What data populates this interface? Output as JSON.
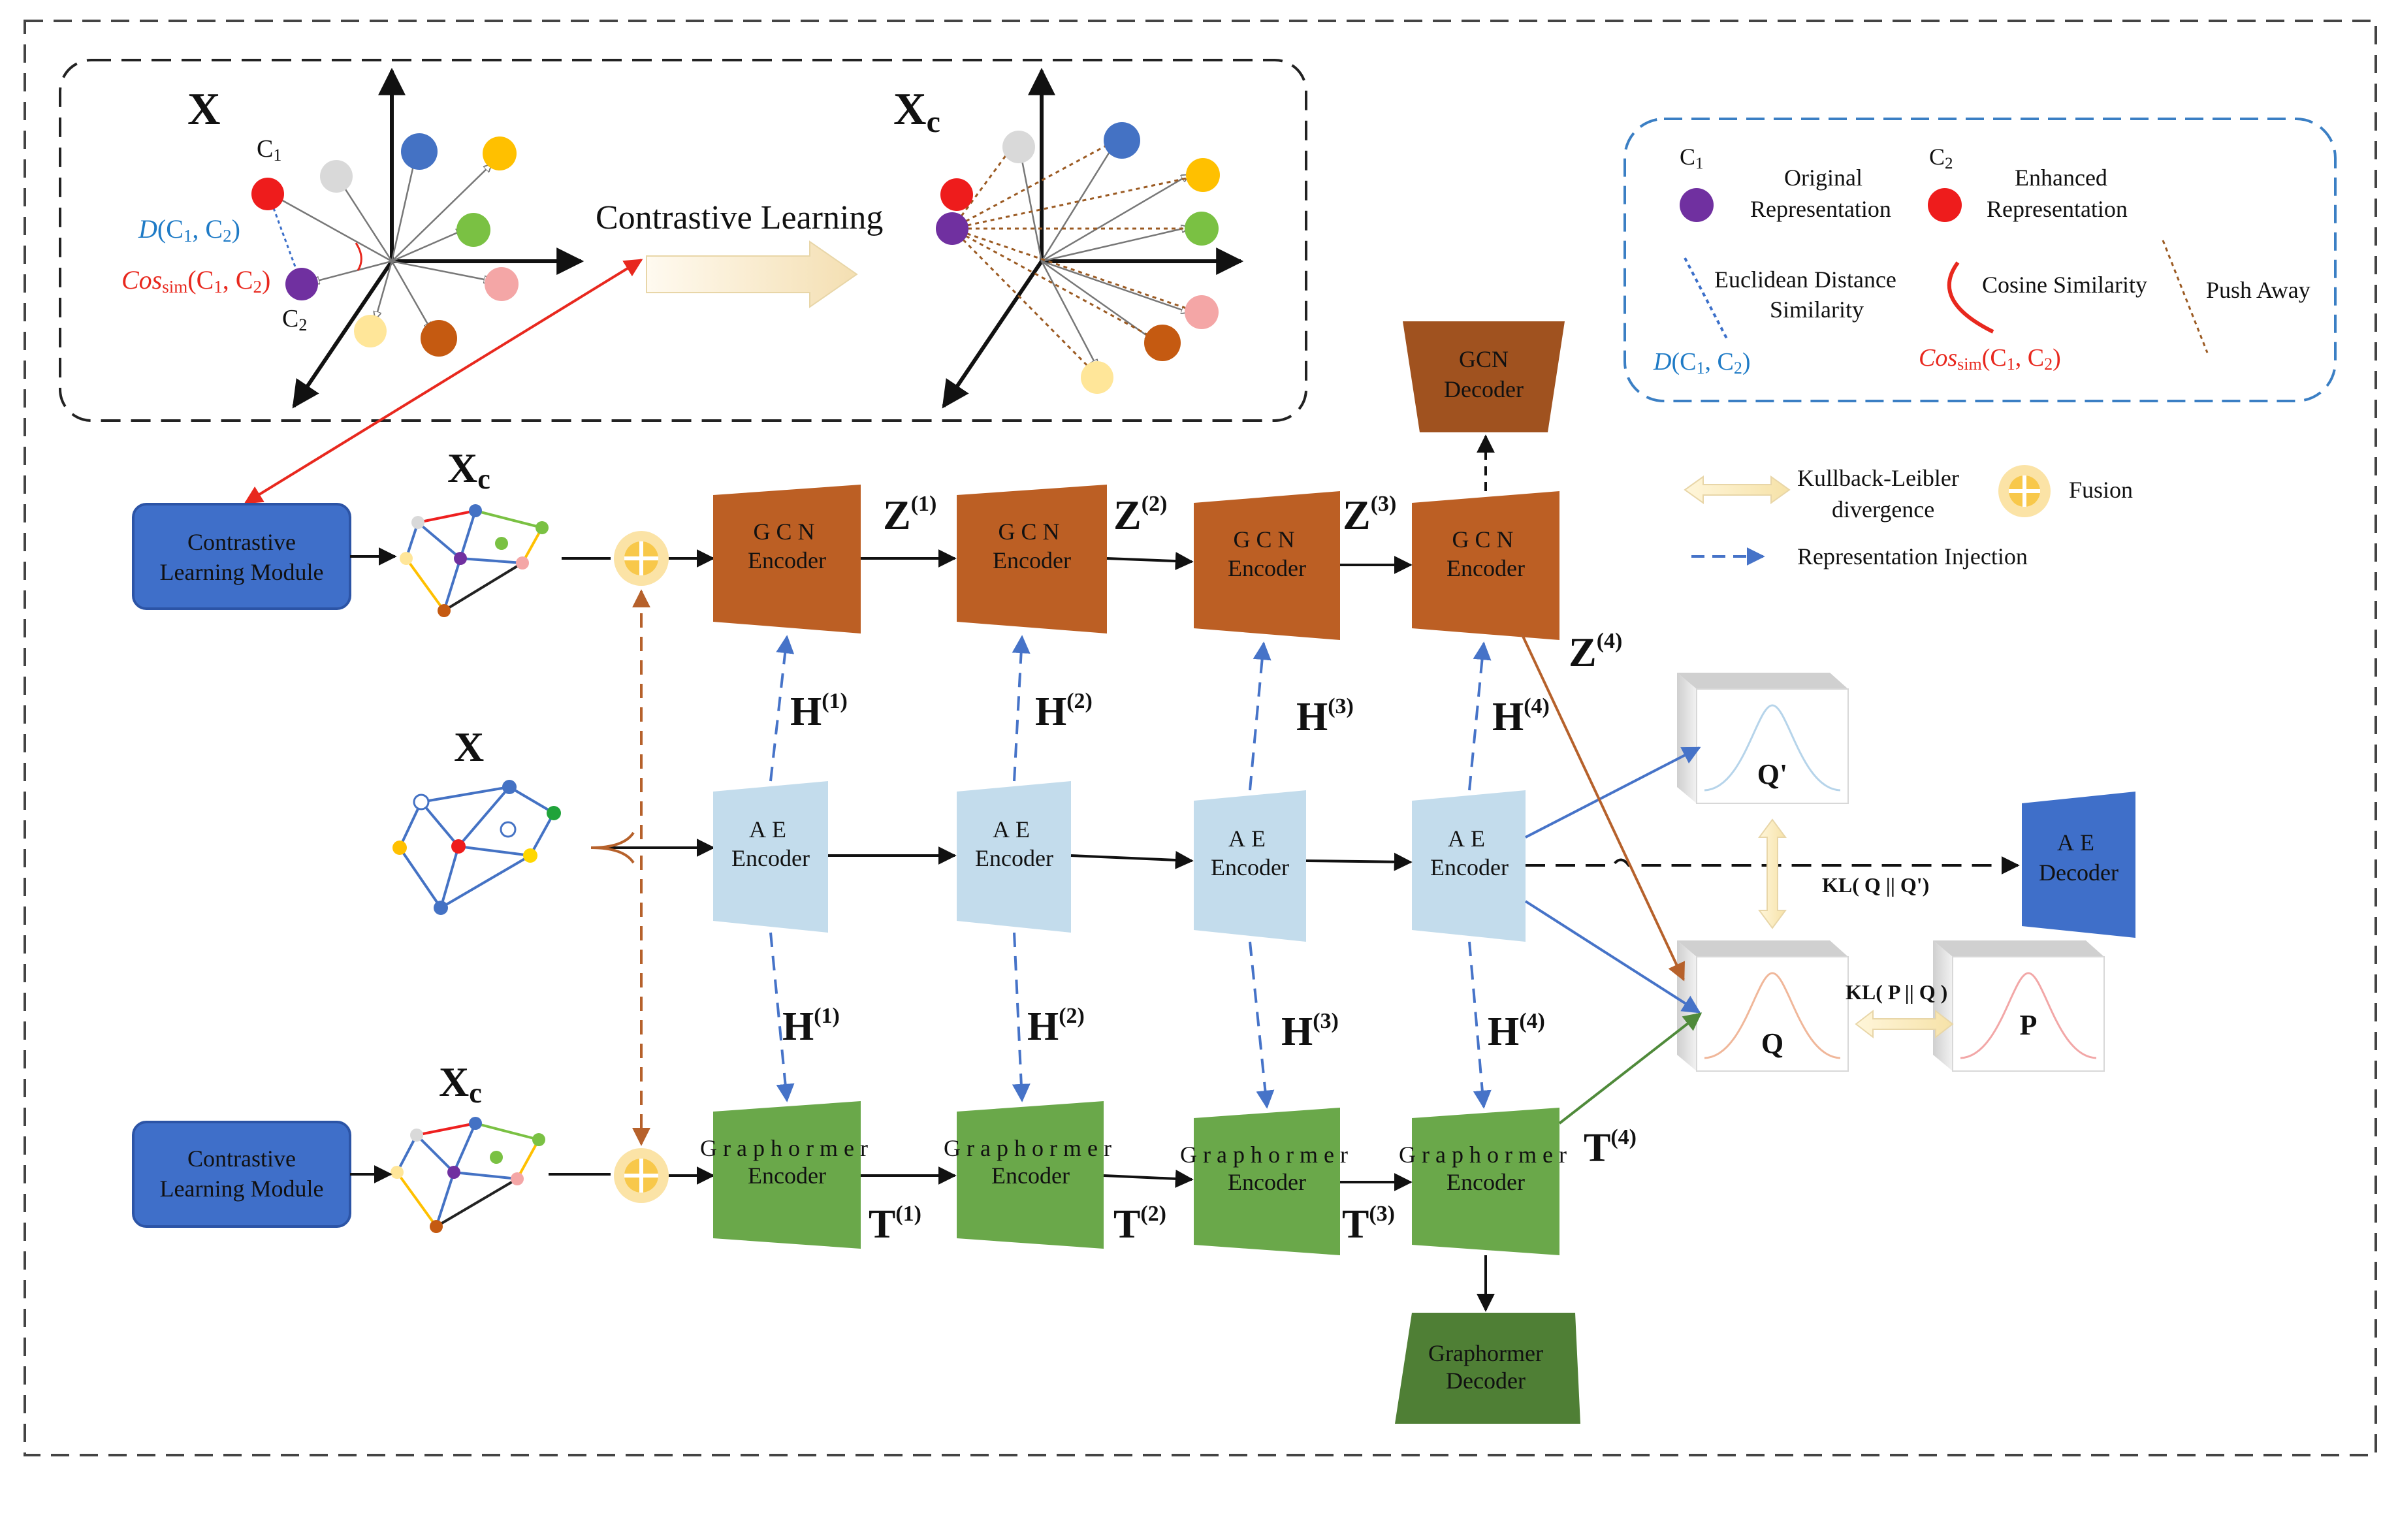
{
  "colors": {
    "gcn": "#bc5f24",
    "gcn_dark": "#a0521f",
    "ae": "#c3dcec",
    "graphormer": "#6aa84a",
    "graphormer_dark": "#4f7f35",
    "module_blue": "#3f6fc9",
    "ae_decoder": "#3f6fc9",
    "red_arrow": "#e8281e",
    "brown_arrow": "#b6612b",
    "blue_arrow": "#4673c8",
    "green_arrow": "#4f8a3a",
    "fusion": "#f8dc9a",
    "kl_arrow": "#f6e6b4"
  },
  "top_panel": {
    "x_label": "X",
    "xc_label": "X",
    "xc_sub": "c",
    "c1": "C",
    "c1_sub": "1",
    "c2": "C",
    "c2_sub": "2",
    "d_label": "D(C",
    "d_label_b": ", C",
    "d_label_c": ")",
    "cos_label": "Cos",
    "cos_sub": "sim",
    "cos_rest": "(C",
    "cos_rest_b": ", C",
    "cos_rest_c": ")",
    "contrastive_learning": "Contrastive Learning"
  },
  "legend": {
    "c1": "C",
    "c1_sub": "1",
    "c2": "C",
    "c2_sub": "2",
    "original_line1": "Original",
    "original_line2": "Representation",
    "enhanced_line1": "Enhanced",
    "enhanced_line2": "Representation",
    "euclid_line1": "Euclidean Distance",
    "euclid_line2": "Similarity",
    "cosine": "Cosine Similarity",
    "push_away": "Push Away",
    "d_label": "D(C",
    "d_sub1": "1",
    "d_mid": ", C",
    "d_sub2": "2",
    "d_end": ")",
    "cos_label": "Cos",
    "cos_sub": "sim",
    "cos_rest": "(C",
    "cos_mid": ", C",
    "cos_end": ")"
  },
  "legend2": {
    "kl_line1": "Kullback-Leibler",
    "kl_line2": "divergence",
    "fusion": "Fusion",
    "injection": "Representation Injection"
  },
  "modules": {
    "clm_line1": "Contrastive",
    "clm_line2": "Learning Module",
    "gcn_line1": "GCN",
    "ae_line1": "AE",
    "graphormer_line1": "Graphormer",
    "encoder": "Encoder",
    "decoder": "Decoder",
    "gcn_decoder_line1": "GCN",
    "ae_decoder_line1": "AE",
    "graphormer_decoder_line1": "Graphormer"
  },
  "labels": {
    "xc_main": "X",
    "xc_sub": "c",
    "x_main": "X",
    "z": "Z",
    "h": "H",
    "t": "T",
    "sup1": "(1)",
    "sup2": "(2)",
    "sup3": "(3)",
    "sup4": "(4)",
    "q_prime": "Q'",
    "q": "Q",
    "p": "P",
    "kl_qq": "KL( Q || Q')",
    "kl_pq": "KL( P || Q )"
  }
}
